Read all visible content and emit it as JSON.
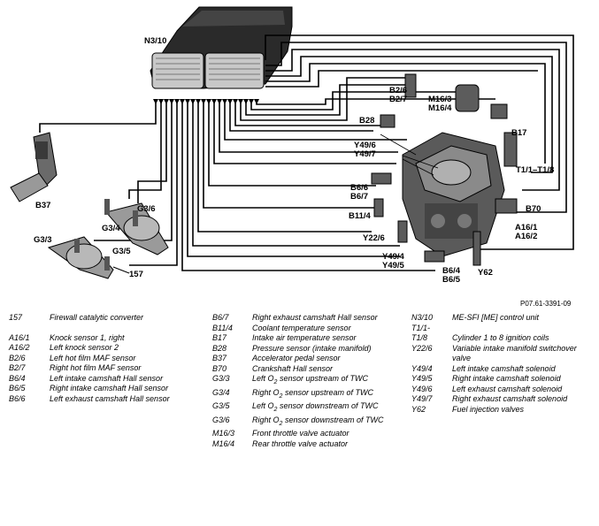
{
  "figure_code": "P07.61-3391-09",
  "labels": {
    "ecu": "N3/10",
    "pedal": "B37",
    "g36": "G3/6",
    "g34": "G3/4",
    "g33": "G3/3",
    "g35": "G3/5",
    "cat": "157",
    "b26_27": "B2/6\nB2/7",
    "m163_164": "M16/3\nM16/4",
    "b28": "B28",
    "b17": "B17",
    "y496_497": "Y49/6\nY49/7",
    "t1": "T1/1–T1/8",
    "b66_67": "B6/6\nB6/7",
    "b70": "B70",
    "b114": "B11/4",
    "a161_162": "A16/1\nA16/2",
    "y226": "Y22/6",
    "y494_495": "Y49/4\nY49/5",
    "b64_65": "B6/4\nB6/5",
    "y62": "Y62"
  },
  "legend": {
    "col1": [
      {
        "code": "157",
        "desc": "Firewall catalytic converter"
      },
      {
        "gap": true
      },
      {
        "code": "A16/1",
        "desc": "Knock sensor 1, right"
      },
      {
        "code": "A16/2",
        "desc": "Left knock sensor 2"
      },
      {
        "code": "B2/6",
        "desc": "Left hot film MAF sensor"
      },
      {
        "code": "B2/7",
        "desc": "Right hot film MAF sensor"
      },
      {
        "code": "B6/4",
        "desc": "Left intake camshaft Hall sensor"
      },
      {
        "code": "B6/5",
        "desc": "Right intake camshaft Hall sensor"
      },
      {
        "code": "B6/6",
        "desc": "Left exhaust camshaft Hall sensor"
      }
    ],
    "col2": [
      {
        "code": "B6/7",
        "desc": "Right exhaust camshaft Hall sensor"
      },
      {
        "code": "B11/4",
        "desc": "Coolant temperature sensor"
      },
      {
        "code": "B17",
        "desc": "Intake air temperature sensor"
      },
      {
        "code": "B28",
        "desc": "Pressure sensor (intake manifold)"
      },
      {
        "code": "B37",
        "desc": "Accelerator pedal sensor"
      },
      {
        "code": "B70",
        "desc": "Crankshaft Hall sensor"
      },
      {
        "code": "G3/3",
        "desc_a": "Left O",
        "desc_b": "sensor upstream of TWC",
        "sub": "2"
      },
      {
        "code": "G3/4",
        "desc_a": "Right O",
        "desc_b": "sensor upstream of TWC",
        "sub": "2"
      },
      {
        "code": "G3/5",
        "desc_a": "Left O",
        "desc_b": "sensor downstream of TWC",
        "sub": "2"
      },
      {
        "code": "G3/6",
        "desc_a": "Right O",
        "desc_b": "sensor downstream of TWC",
        "sub": "2"
      },
      {
        "code": "M16/3",
        "desc": "Front throttle valve actuator"
      },
      {
        "code": "M16/4",
        "desc": "Rear throttle valve actuator"
      }
    ],
    "col3": [
      {
        "code": "N3/10",
        "desc": "ME-SFI [ME] control unit"
      },
      {
        "code": "T1/1-\nT1/8",
        "desc": "\nCylinder 1 to 8 ignition coils"
      },
      {
        "code": "Y22/6",
        "desc": "Variable intake manifold switchover valve"
      },
      {
        "code": "Y49/4",
        "desc": "Left intake camshaft solenoid"
      },
      {
        "code": "Y49/5",
        "desc": "Right intake camshaft solenoid"
      },
      {
        "code": "Y49/6",
        "desc": "Left exhaust camshaft solenoid"
      },
      {
        "code": "Y49/7",
        "desc": "Right exhaust camshaft solenoid"
      },
      {
        "code": "Y62",
        "desc": "Fuel injection valves"
      }
    ]
  }
}
